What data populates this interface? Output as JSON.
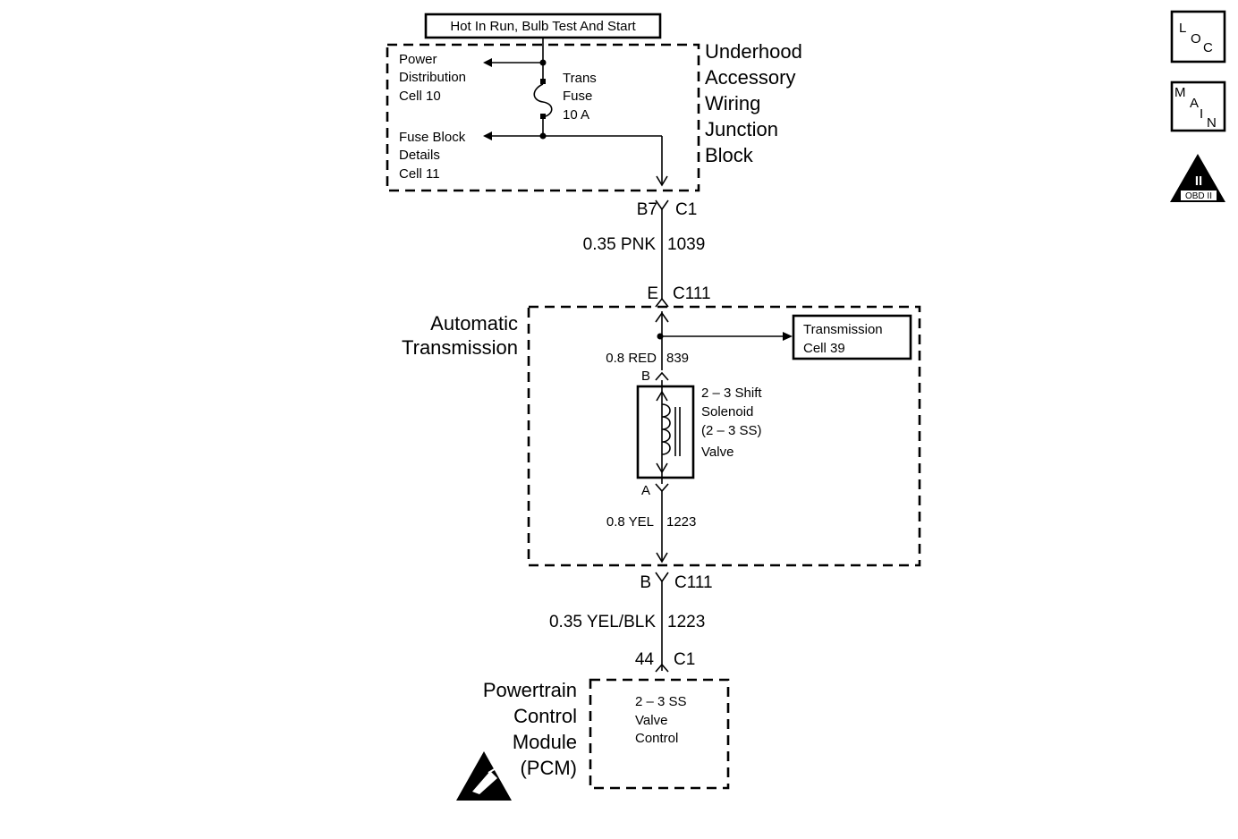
{
  "power_label": "Hot In Run, Bulb Test And Start",
  "junction_block": {
    "name_lines": [
      "Underhood",
      "Accessory",
      "Wiring",
      "Junction",
      "Block"
    ],
    "power_dist_lines": [
      "Power",
      "Distribution",
      "Cell 10"
    ],
    "fuse_lines": [
      "Trans",
      "Fuse",
      "10 A"
    ],
    "fuse_block_lines": [
      "Fuse Block",
      "Details",
      "Cell 11"
    ]
  },
  "connectors": {
    "jb_out_pin": "B7",
    "jb_out_conn": "C1",
    "trans_in_pin": "E",
    "trans_in_conn": "C111",
    "trans_out_pin": "B",
    "trans_out_conn": "C111",
    "pcm_in_pin": "44",
    "pcm_in_conn": "C1",
    "solenoid_top_pin": "B",
    "solenoid_bottom_pin": "A"
  },
  "wires": {
    "w1_gauge_color": "0.35 PNK",
    "w1_circuit": "1039",
    "w2_gauge_color": "0.8 RED",
    "w2_circuit": "839",
    "w3_gauge_color": "0.8 YEL",
    "w3_circuit": "1223",
    "w4_gauge_color": "0.35 YEL/BLK",
    "w4_circuit": "1223"
  },
  "transmission": {
    "name_lines": [
      "Automatic",
      "Transmission"
    ],
    "ref_lines": [
      "Transmission",
      "Cell 39"
    ],
    "solenoid_lines": [
      "2 – 3 Shift",
      "Solenoid",
      "(2 – 3 SS)",
      "Valve"
    ]
  },
  "pcm": {
    "name_lines": [
      "Powertrain",
      "Control",
      "Module",
      "(PCM)"
    ],
    "function_lines": [
      "2 – 3 SS",
      "Valve",
      "Control"
    ]
  },
  "nav": {
    "loc_letters": [
      "L",
      "O",
      "C"
    ],
    "main_letters": [
      "M",
      "A",
      "I",
      "N"
    ],
    "obd_symbol": "II",
    "obd_label": "OBD II"
  }
}
